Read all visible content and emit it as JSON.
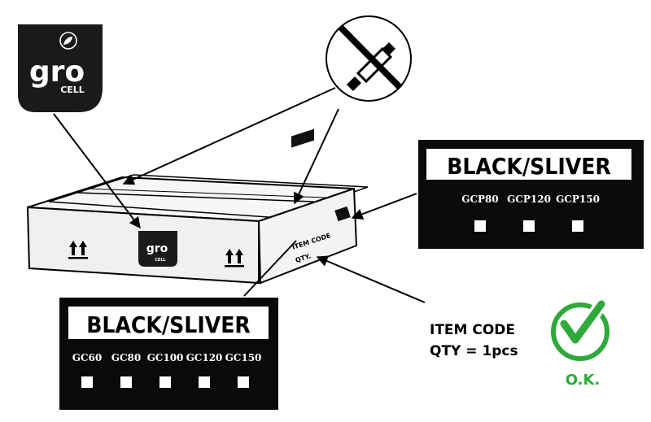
{
  "logo": {
    "brand": "gro",
    "sub": "CELL",
    "bg_color": "#1a1a1a"
  },
  "box": {
    "orientation_icon": "arrows-up-icon",
    "side_label_line1": "ITEM CODE",
    "side_label_line2": "QTY."
  },
  "no_cutter_sign": {
    "icon": "no-knife-icon"
  },
  "label_top_right": {
    "title": "BLACK/SLIVER",
    "codes": [
      "GCP80",
      "GCP120",
      "GCP150"
    ]
  },
  "label_bottom_left": {
    "title": "BLACK/SLIVER",
    "codes": [
      "GC60",
      "GC80",
      "GC100",
      "GC120",
      "GC150"
    ]
  },
  "item_note": {
    "line1": "ITEM CODE",
    "line2": "QTY = 1pcs"
  },
  "ok_mark": {
    "text": "O.K.",
    "color": "#2eaa3a"
  }
}
